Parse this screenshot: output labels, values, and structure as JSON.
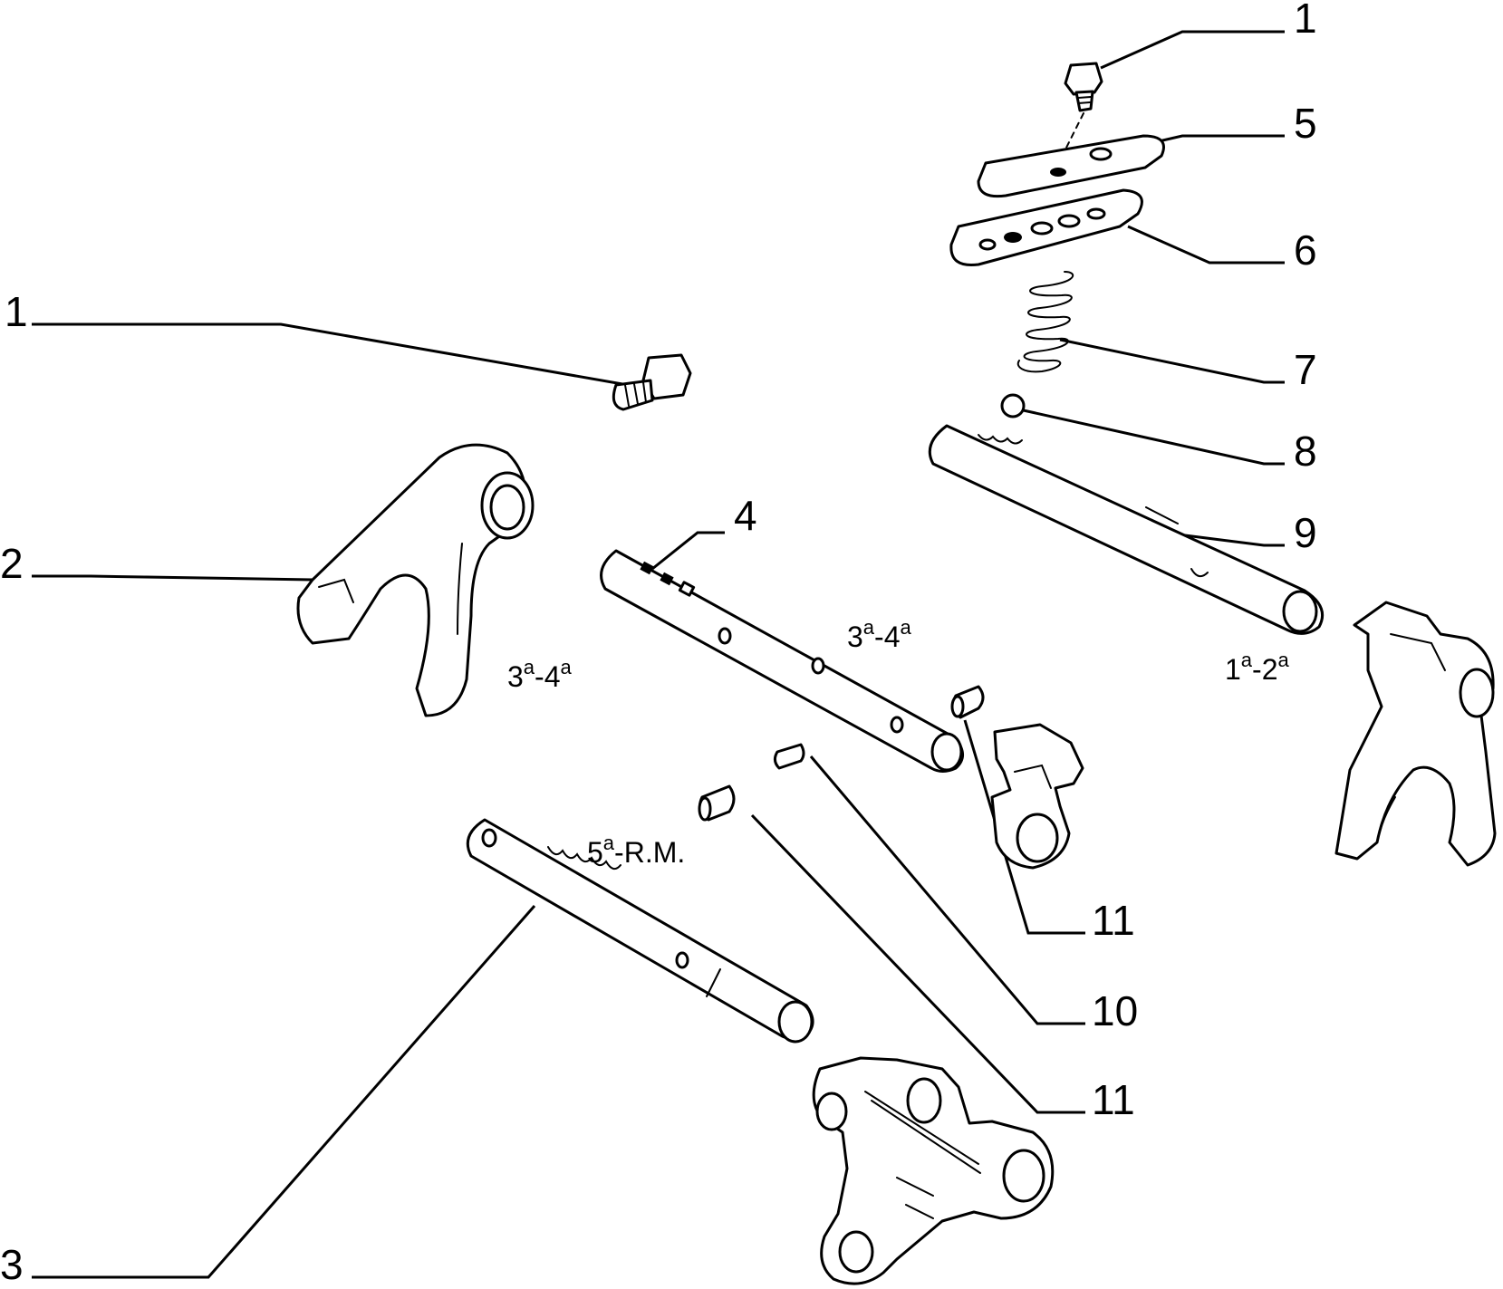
{
  "callouts": [
    {
      "id": "c1a",
      "text": "1"
    },
    {
      "id": "c5",
      "text": "5"
    },
    {
      "id": "c6",
      "text": "6"
    },
    {
      "id": "c7",
      "text": "7"
    },
    {
      "id": "c8",
      "text": "8"
    },
    {
      "id": "c9",
      "text": "9"
    },
    {
      "id": "c1b",
      "text": "1"
    },
    {
      "id": "c2",
      "text": "2"
    },
    {
      "id": "c4",
      "text": "4"
    },
    {
      "id": "c11a",
      "text": "11"
    },
    {
      "id": "c10",
      "text": "10"
    },
    {
      "id": "c11b",
      "text": "11"
    },
    {
      "id": "c3",
      "text": "3"
    }
  ],
  "gear_labels": {
    "fork_left": {
      "n1": "3",
      "s1": "a",
      "sep": "-",
      "n2": "4",
      "s2": "a"
    },
    "rod_middle": {
      "n1": "3",
      "s1": "a",
      "sep": "-",
      "n2": "4",
      "s2": "a"
    },
    "rod_right": {
      "n1": "1",
      "s1": "a",
      "sep": "-",
      "n2": "2",
      "s2": "a"
    },
    "rod_lower": {
      "n1": "5",
      "s1": "a",
      "rest": "-R.M."
    }
  }
}
